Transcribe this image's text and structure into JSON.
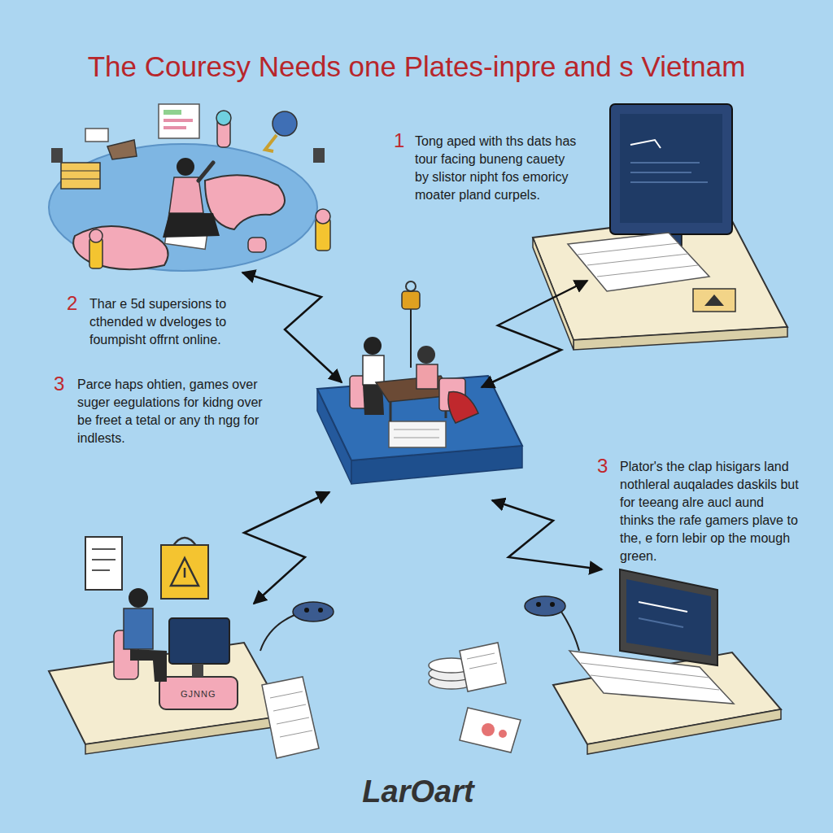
{
  "diagram": {
    "title": "The Couresy Needs one Plates-inpre and s Vietnam",
    "labels": [
      "1",
      "Tong aped with ths dats has tour facing buneng cauety by slistor nipht fos emoricy moater pland curpels.",
      "2",
      "Thar e 5d supersions to cthended w dveloges to foumpisht offrnt online.",
      "3",
      "Parce haps ohtien, games over suger eegulations for kidng over be freet a tetal or any th ngg for indlests.",
      "3",
      "Plator's the clap hisigars land nothleral auqalades daskils but for teeang alre aucl aund thinks the rafe gamers plave to the, e forn lebir op the mough green.",
      "GJNNG",
      "LarOart"
    ]
  }
}
